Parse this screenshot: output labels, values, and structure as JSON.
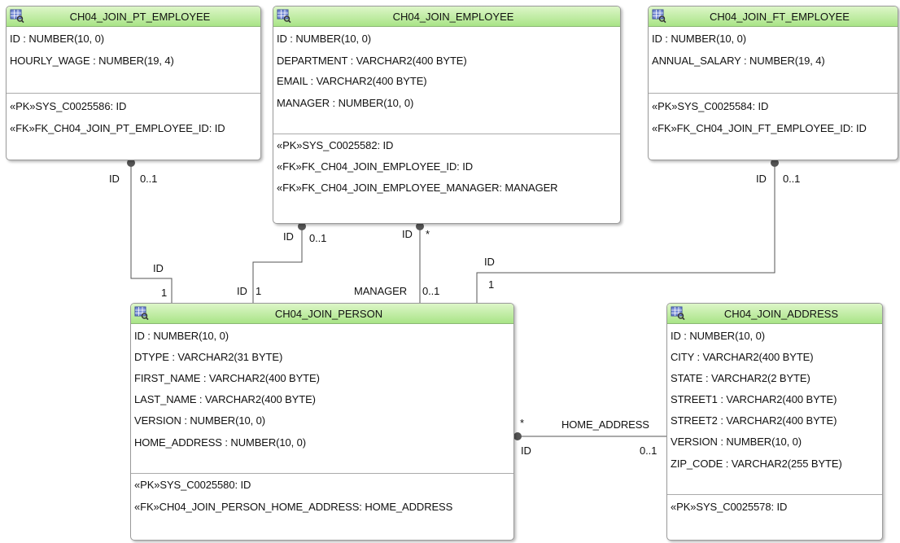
{
  "tables": {
    "pt_employee": {
      "name": "CH04_JOIN_PT_EMPLOYEE",
      "columns": [
        "ID : NUMBER(10, 0)",
        "HOURLY_WAGE : NUMBER(19, 4)"
      ],
      "constraints": [
        "«PK»SYS_C0025586: ID",
        "«FK»FK_CH04_JOIN_PT_EMPLOYEE_ID: ID"
      ]
    },
    "employee": {
      "name": "CH04_JOIN_EMPLOYEE",
      "columns": [
        "ID : NUMBER(10, 0)",
        "DEPARTMENT : VARCHAR2(400 BYTE)",
        "EMAIL : VARCHAR2(400 BYTE)",
        "MANAGER : NUMBER(10, 0)"
      ],
      "constraints": [
        "«PK»SYS_C0025582: ID",
        "«FK»FK_CH04_JOIN_EMPLOYEE_ID: ID",
        "«FK»FK_CH04_JOIN_EMPLOYEE_MANAGER: MANAGER"
      ]
    },
    "ft_employee": {
      "name": "CH04_JOIN_FT_EMPLOYEE",
      "columns": [
        "ID : NUMBER(10, 0)",
        "ANNUAL_SALARY : NUMBER(19, 4)"
      ],
      "constraints": [
        "«PK»SYS_C0025584: ID",
        "«FK»FK_CH04_JOIN_FT_EMPLOYEE_ID: ID"
      ]
    },
    "person": {
      "name": "CH04_JOIN_PERSON",
      "columns": [
        "ID : NUMBER(10, 0)",
        "DTYPE : VARCHAR2(31 BYTE)",
        "FIRST_NAME : VARCHAR2(400 BYTE)",
        "LAST_NAME : VARCHAR2(400 BYTE)",
        "VERSION : NUMBER(10, 0)",
        "HOME_ADDRESS : NUMBER(10, 0)"
      ],
      "constraints": [
        "«PK»SYS_C0025580: ID",
        "«FK»CH04_JOIN_PERSON_HOME_ADDRESS: HOME_ADDRESS"
      ]
    },
    "address": {
      "name": "CH04_JOIN_ADDRESS",
      "columns": [
        "ID : NUMBER(10, 0)",
        "CITY : VARCHAR2(400 BYTE)",
        "STATE : VARCHAR2(2 BYTE)",
        "STREET1 : VARCHAR2(400 BYTE)",
        "STREET2 : VARCHAR2(400 BYTE)",
        "VERSION : NUMBER(10, 0)",
        "ZIP_CODE : VARCHAR2(255 BYTE)"
      ],
      "constraints": [
        "«PK»SYS_C0025578: ID"
      ]
    }
  },
  "relations": {
    "pt_person": {
      "parent_col": "ID",
      "parent_mult": "0..1",
      "child_col": "ID",
      "child_mult": "1"
    },
    "emp_person": {
      "parent_col": "ID",
      "parent_mult": "0..1",
      "child_col": "ID",
      "child_mult": "1"
    },
    "emp_manager": {
      "parent_col": "ID",
      "parent_mult": "*",
      "child_col": "MANAGER",
      "child_mult": "0..1"
    },
    "ft_person": {
      "parent_col": "ID",
      "parent_mult": "0..1",
      "child_col": "ID",
      "child_mult": "1"
    },
    "home_address": {
      "from_col": "ID",
      "from_mult": "*",
      "to_col": "HOME_ADDRESS",
      "to_mult": "0..1"
    }
  },
  "colors": {
    "header_top": "#ddf6c8",
    "header_bottom": "#a9e487",
    "line": "#555555"
  }
}
